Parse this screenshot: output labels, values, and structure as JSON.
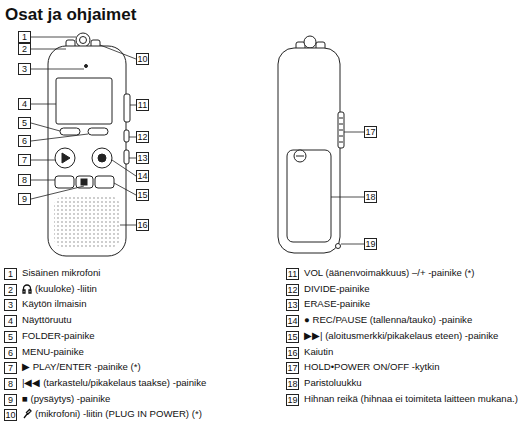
{
  "diagram": {
    "title": "Osat ja ohjaimet",
    "labels": [
      "1",
      "2",
      "3",
      "4",
      "5",
      "6",
      "7",
      "8",
      "9",
      "10",
      "11",
      "12",
      "13",
      "14",
      "15",
      "16",
      "17",
      "18",
      "19",
      "1",
      "Sisäinen mikrofoni",
      "2",
      "(kuuloke) -liitin",
      "3",
      "Käytön ilmaisin",
      "4",
      "Näyttöruutu",
      "5",
      "FOLDER-painike",
      "6",
      "MENU-painike",
      "7",
      "▶ PLAY/ENTER -painike (*)",
      "8",
      "|◀◀ (tarkastelu/pikakelaus taakse) -painike",
      "9",
      "■ (pysäytys) -painike",
      "10",
      "(mikrofoni) -liitin (PLUG IN POWER) (*)",
      "11",
      "VOL (äänenvoimakkuus) –/+ -painike (*)",
      "12",
      "DIVIDE-painike",
      "13",
      "ERASE-painike",
      "14",
      "● REC/PAUSE (tallenna/tauko) -painike",
      "15",
      "▶▶| (aloitusmerkki/pikakelaus eteen) -painike",
      "16",
      "Kaiutin",
      "17",
      "HOLD•POWER ON/OFF -kytkin",
      "18",
      "Paristoluukku",
      "19",
      "Hihnan reikä (hihnaa ei toimiteta laitteen mukana.)"
    ]
  }
}
